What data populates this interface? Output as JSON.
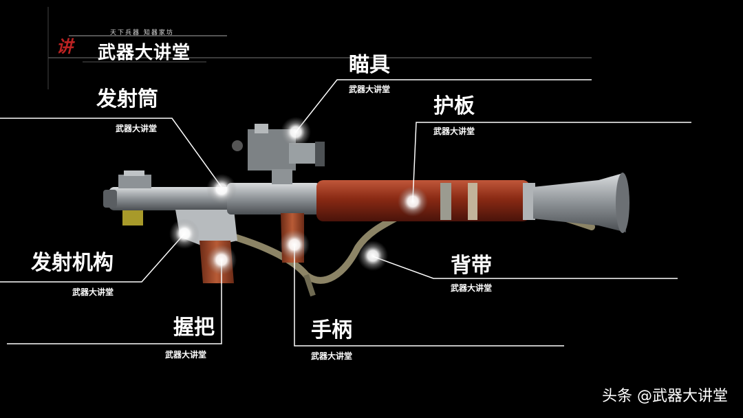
{
  "header": {
    "tagline": "天下兵器  知器家坊",
    "title": "武器大讲堂",
    "logo_mark": "讲"
  },
  "callouts": [
    {
      "id": "sight",
      "label": "瞄具",
      "sub": "武器大讲堂"
    },
    {
      "id": "tube",
      "label": "发射筒",
      "sub": "武器大讲堂"
    },
    {
      "id": "shield",
      "label": "护板",
      "sub": "武器大讲堂"
    },
    {
      "id": "mechanism",
      "label": "发射机构",
      "sub": "武器大讲堂"
    },
    {
      "id": "strap",
      "label": "背带",
      "sub": "武器大讲堂"
    },
    {
      "id": "grip",
      "label": "握把",
      "sub": "武器大讲堂"
    },
    {
      "id": "handle",
      "label": "手柄",
      "sub": "武器大讲堂"
    }
  ],
  "watermark": "头条 @武器大讲堂",
  "colors": {
    "background": "#000000",
    "tube_wood": "#8a2a14",
    "metal": "#9ea3a6",
    "leader_line": "#ffffff"
  }
}
